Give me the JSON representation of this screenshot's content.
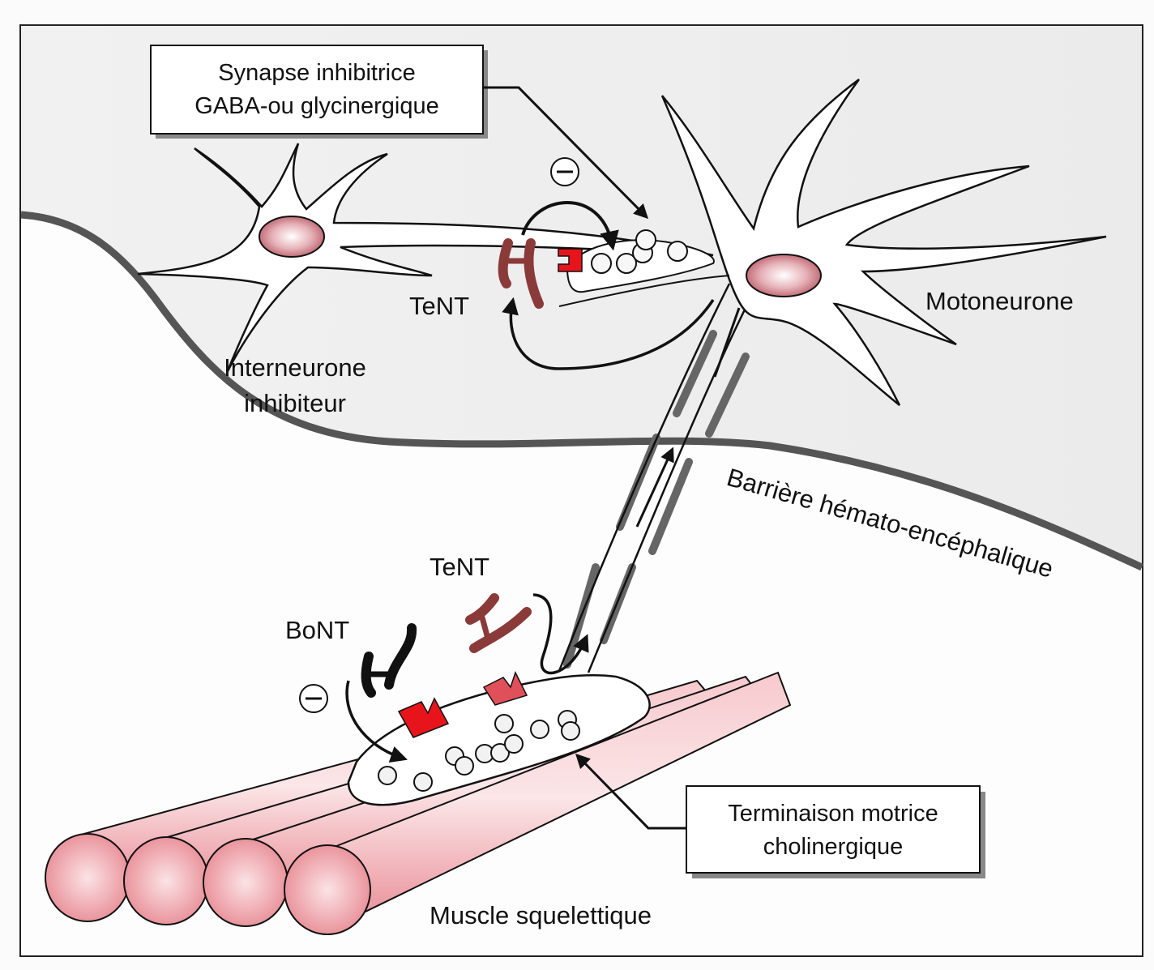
{
  "figure": {
    "language": "fr",
    "colors": {
      "cns_background": "#ececec",
      "periphery_background": "#fdfdfd",
      "barrier_line": "#555555",
      "outline": "#111111",
      "nucleus": "#c97b84",
      "muscle": "#eda4aa",
      "receptor": "#e8141b",
      "receptor_light": "#e0505a",
      "tent_toxin": "#8b3a3a",
      "bont_toxin": "#111111",
      "vesicle_fill": "#f2f2f2"
    }
  },
  "labels": {
    "synapse_box": [
      "Synapse inhibitrice",
      "GABA-ou glycinergique"
    ],
    "terminal_box": [
      "Terminaison motrice",
      "cholinergique"
    ],
    "interneurone": [
      "Interneurone",
      "inhibiteur"
    ],
    "motoneurone": "Motoneurone",
    "barrier": "Barrière hémato-encéphalique",
    "muscle": "Muscle squelettique",
    "tent_central": "TeNT",
    "tent_peripheral": "TeNT",
    "bont": "BoNT",
    "inhibition_symbol": "−"
  }
}
